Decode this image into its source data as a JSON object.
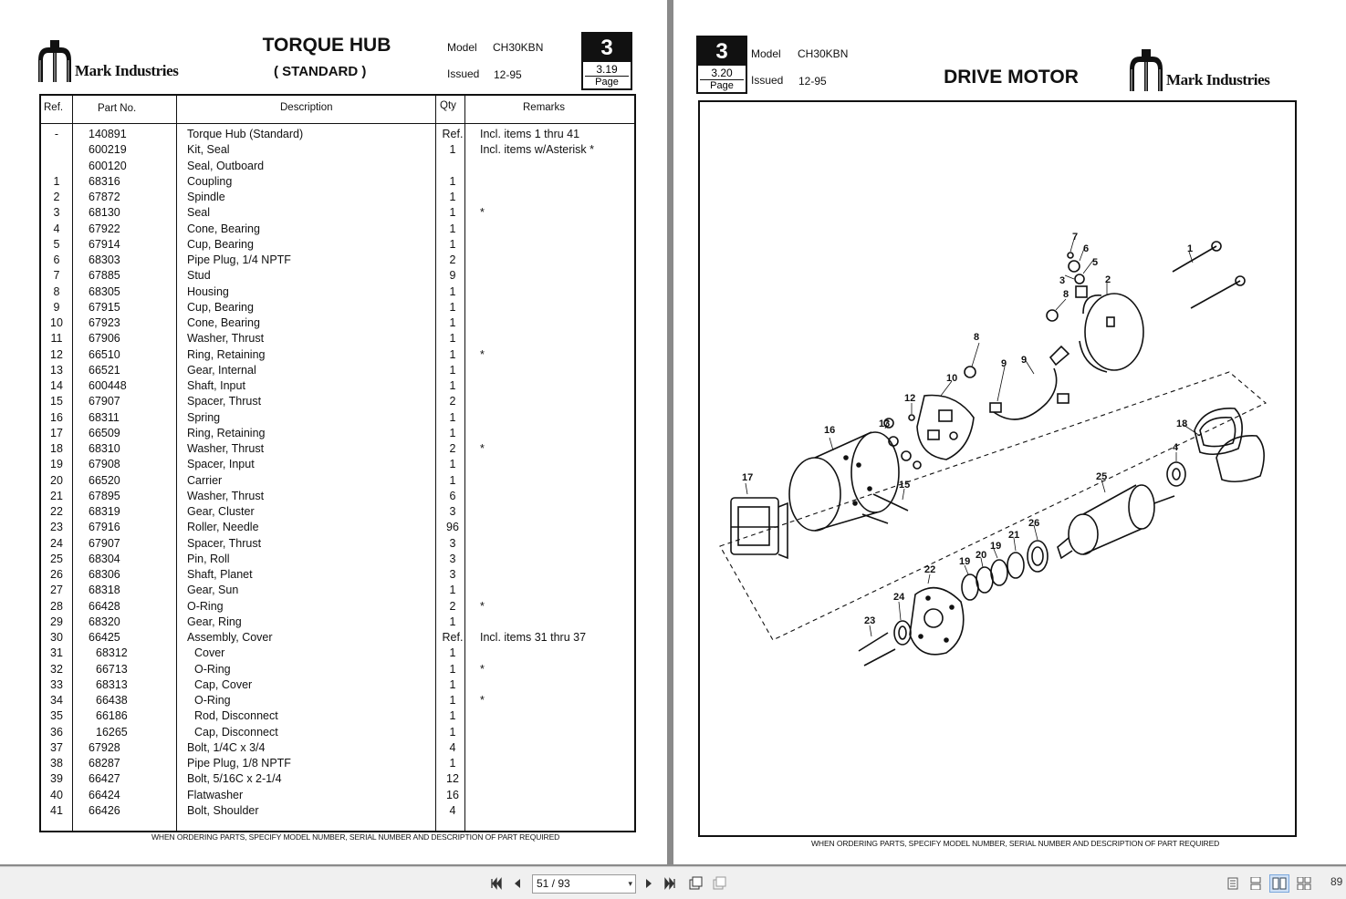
{
  "left_page": {
    "brand": "Mark Industries",
    "title": "TORQUE HUB",
    "subtitle": "( STANDARD )",
    "model_label": "Model",
    "model_value": "CH30KBN",
    "issued_label": "Issued",
    "issued_value": "12-95",
    "section_number": "3",
    "page_number": "3.19",
    "page_label": "Page",
    "table": {
      "headers": [
        "Ref.",
        "Part No.",
        "Description",
        "Qty",
        "Remarks"
      ],
      "rows": [
        {
          "ref": "-",
          "part": "140891",
          "desc": "Torque Hub (Standard)",
          "qty": "Ref.",
          "rem": "Incl. items 1 thru 41"
        },
        {
          "ref": "",
          "part": "600219",
          "desc": "Kit, Seal",
          "qty": "1",
          "rem": "Incl. items w/Asterisk *"
        },
        {
          "ref": "",
          "part": "600120",
          "desc": "Seal, Outboard",
          "qty": "",
          "rem": ""
        },
        {
          "ref": "1",
          "part": "68316",
          "desc": "Coupling",
          "qty": "1",
          "rem": ""
        },
        {
          "ref": "2",
          "part": "67872",
          "desc": "Spindle",
          "qty": "1",
          "rem": ""
        },
        {
          "ref": "3",
          "part": "68130",
          "desc": "Seal",
          "qty": "1",
          "rem": "*"
        },
        {
          "ref": "4",
          "part": "67922",
          "desc": "Cone, Bearing",
          "qty": "1",
          "rem": ""
        },
        {
          "ref": "5",
          "part": "67914",
          "desc": "Cup, Bearing",
          "qty": "1",
          "rem": ""
        },
        {
          "ref": "6",
          "part": "68303",
          "desc": "Pipe Plug, 1/4 NPTF",
          "qty": "2",
          "rem": ""
        },
        {
          "ref": "7",
          "part": "67885",
          "desc": "Stud",
          "qty": "9",
          "rem": ""
        },
        {
          "ref": "8",
          "part": "68305",
          "desc": "Housing",
          "qty": "1",
          "rem": ""
        },
        {
          "ref": "9",
          "part": "67915",
          "desc": "Cup, Bearing",
          "qty": "1",
          "rem": ""
        },
        {
          "ref": "10",
          "part": "67923",
          "desc": "Cone, Bearing",
          "qty": "1",
          "rem": ""
        },
        {
          "ref": "11",
          "part": "67906",
          "desc": "Washer, Thrust",
          "qty": "1",
          "rem": ""
        },
        {
          "ref": "12",
          "part": "66510",
          "desc": "Ring, Retaining",
          "qty": "1",
          "rem": "*"
        },
        {
          "ref": "13",
          "part": "66521",
          "desc": "Gear, Internal",
          "qty": "1",
          "rem": ""
        },
        {
          "ref": "14",
          "part": "600448",
          "desc": "Shaft, Input",
          "qty": "1",
          "rem": ""
        },
        {
          "ref": "15",
          "part": "67907",
          "desc": "Spacer, Thrust",
          "qty": "2",
          "rem": ""
        },
        {
          "ref": "16",
          "part": "68311",
          "desc": "Spring",
          "qty": "1",
          "rem": ""
        },
        {
          "ref": "17",
          "part": "66509",
          "desc": "Ring, Retaining",
          "qty": "1",
          "rem": ""
        },
        {
          "ref": "18",
          "part": "68310",
          "desc": "Washer, Thrust",
          "qty": "2",
          "rem": "*"
        },
        {
          "ref": "19",
          "part": "67908",
          "desc": "Spacer, Input",
          "qty": "1",
          "rem": ""
        },
        {
          "ref": "20",
          "part": "66520",
          "desc": "Carrier",
          "qty": "1",
          "rem": ""
        },
        {
          "ref": "21",
          "part": "67895",
          "desc": "Washer, Thrust",
          "qty": "6",
          "rem": ""
        },
        {
          "ref": "22",
          "part": "68319",
          "desc": "Gear, Cluster",
          "qty": "3",
          "rem": ""
        },
        {
          "ref": "23",
          "part": "67916",
          "desc": "Roller, Needle",
          "qty": "96",
          "rem": ""
        },
        {
          "ref": "24",
          "part": "67907",
          "desc": "Spacer, Thrust",
          "qty": "3",
          "rem": ""
        },
        {
          "ref": "25",
          "part": "68304",
          "desc": "Pin, Roll",
          "qty": "3",
          "rem": ""
        },
        {
          "ref": "26",
          "part": "68306",
          "desc": "Shaft, Planet",
          "qty": "3",
          "rem": ""
        },
        {
          "ref": "27",
          "part": "68318",
          "desc": "Gear, Sun",
          "qty": "1",
          "rem": ""
        },
        {
          "ref": "28",
          "part": "66428",
          "desc": "O-Ring",
          "qty": "2",
          "rem": "*"
        },
        {
          "ref": "29",
          "part": "68320",
          "desc": "Gear, Ring",
          "qty": "1",
          "rem": ""
        },
        {
          "ref": "30",
          "part": "66425",
          "desc": "Assembly, Cover",
          "qty": "Ref.",
          "rem": "Incl. items 31 thru 37"
        },
        {
          "ref": "31",
          "part": "68312",
          "desc": "Cover",
          "qty": "1",
          "rem": "",
          "indent": true
        },
        {
          "ref": "32",
          "part": "66713",
          "desc": "O-Ring",
          "qty": "1",
          "rem": "*",
          "indent": true
        },
        {
          "ref": "33",
          "part": "68313",
          "desc": "Cap, Cover",
          "qty": "1",
          "rem": "",
          "indent": true
        },
        {
          "ref": "34",
          "part": "66438",
          "desc": "O-Ring",
          "qty": "1",
          "rem": "*",
          "indent": true
        },
        {
          "ref": "35",
          "part": "66186",
          "desc": "Rod, Disconnect",
          "qty": "1",
          "rem": "",
          "indent": true
        },
        {
          "ref": "36",
          "part": "16265",
          "desc": "Cap, Disconnect",
          "qty": "1",
          "rem": "",
          "indent": true
        },
        {
          "ref": "37",
          "part": "67928",
          "desc": "Bolt, 1/4C x 3/4",
          "qty": "4",
          "rem": ""
        },
        {
          "ref": "38",
          "part": "68287",
          "desc": "Pipe Plug, 1/8 NPTF",
          "qty": "1",
          "rem": ""
        },
        {
          "ref": "39",
          "part": "66427",
          "desc": "Bolt, 5/16C x 2-1/4",
          "qty": "12",
          "rem": ""
        },
        {
          "ref": "40",
          "part": "66424",
          "desc": "Flatwasher",
          "qty": "16",
          "rem": ""
        },
        {
          "ref": "41",
          "part": "66426",
          "desc": "Bolt, Shoulder",
          "qty": "4",
          "rem": ""
        }
      ]
    },
    "footnote": "WHEN ORDERING PARTS, SPECIFY MODEL NUMBER, SERIAL NUMBER AND DESCRIPTION OF PART REQUIRED"
  },
  "right_page": {
    "brand": "Mark Industries",
    "title": "DRIVE MOTOR",
    "model_label": "Model",
    "model_value": "CH30KBN",
    "issued_label": "Issued",
    "issued_value": "12-95",
    "section_number": "3",
    "page_number": "3.20",
    "page_label": "Page",
    "diagram_callouts": [
      "1",
      "2",
      "3",
      "4",
      "5",
      "6",
      "7",
      "8",
      "8",
      "9",
      "9",
      "10",
      "12",
      "13",
      "15",
      "16",
      "17",
      "18",
      "19",
      "19",
      "20",
      "21",
      "22",
      "23",
      "24",
      "25",
      "26"
    ],
    "footnote": "WHEN ORDERING PARTS, SPECIFY MODEL NUMBER, SERIAL NUMBER AND DESCRIPTION OF PART REQUIRED"
  },
  "toolbar": {
    "page_indicator": "51 / 93",
    "zoom": "89",
    "icons": [
      "first-page-icon",
      "prev-page-icon",
      "next-page-icon",
      "last-page-icon",
      "fit-page-icon",
      "fit-width-icon",
      "single-page-view-icon",
      "continuous-view-icon",
      "two-page-view-icon",
      "two-page-continuous-view-icon"
    ]
  }
}
